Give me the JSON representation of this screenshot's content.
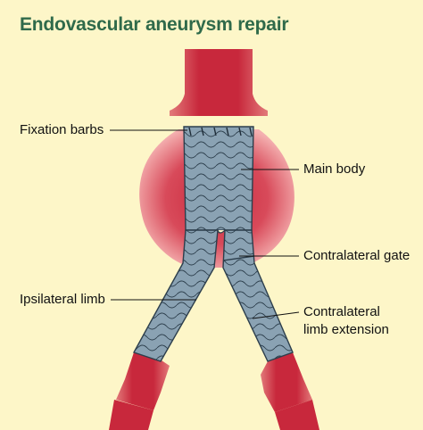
{
  "title": "Endovascular aneurysm repair",
  "labels": {
    "fixation_barbs": "Fixation barbs",
    "main_body": "Main body",
    "contralateral_gate": "Contralateral gate",
    "ipsilateral_limb": "Ipsilateral limb",
    "contralateral_limb_ext_line1": "Contralateral",
    "contralateral_limb_ext_line2": "limb extension"
  },
  "colors": {
    "background": "#fdf6c8",
    "title": "#2f6a4a",
    "vessel": "#c8283c",
    "aneurysm_glow": "#f2a0a0",
    "graft": "#8aa2b3",
    "graft_outline": "#2c3e4c"
  }
}
